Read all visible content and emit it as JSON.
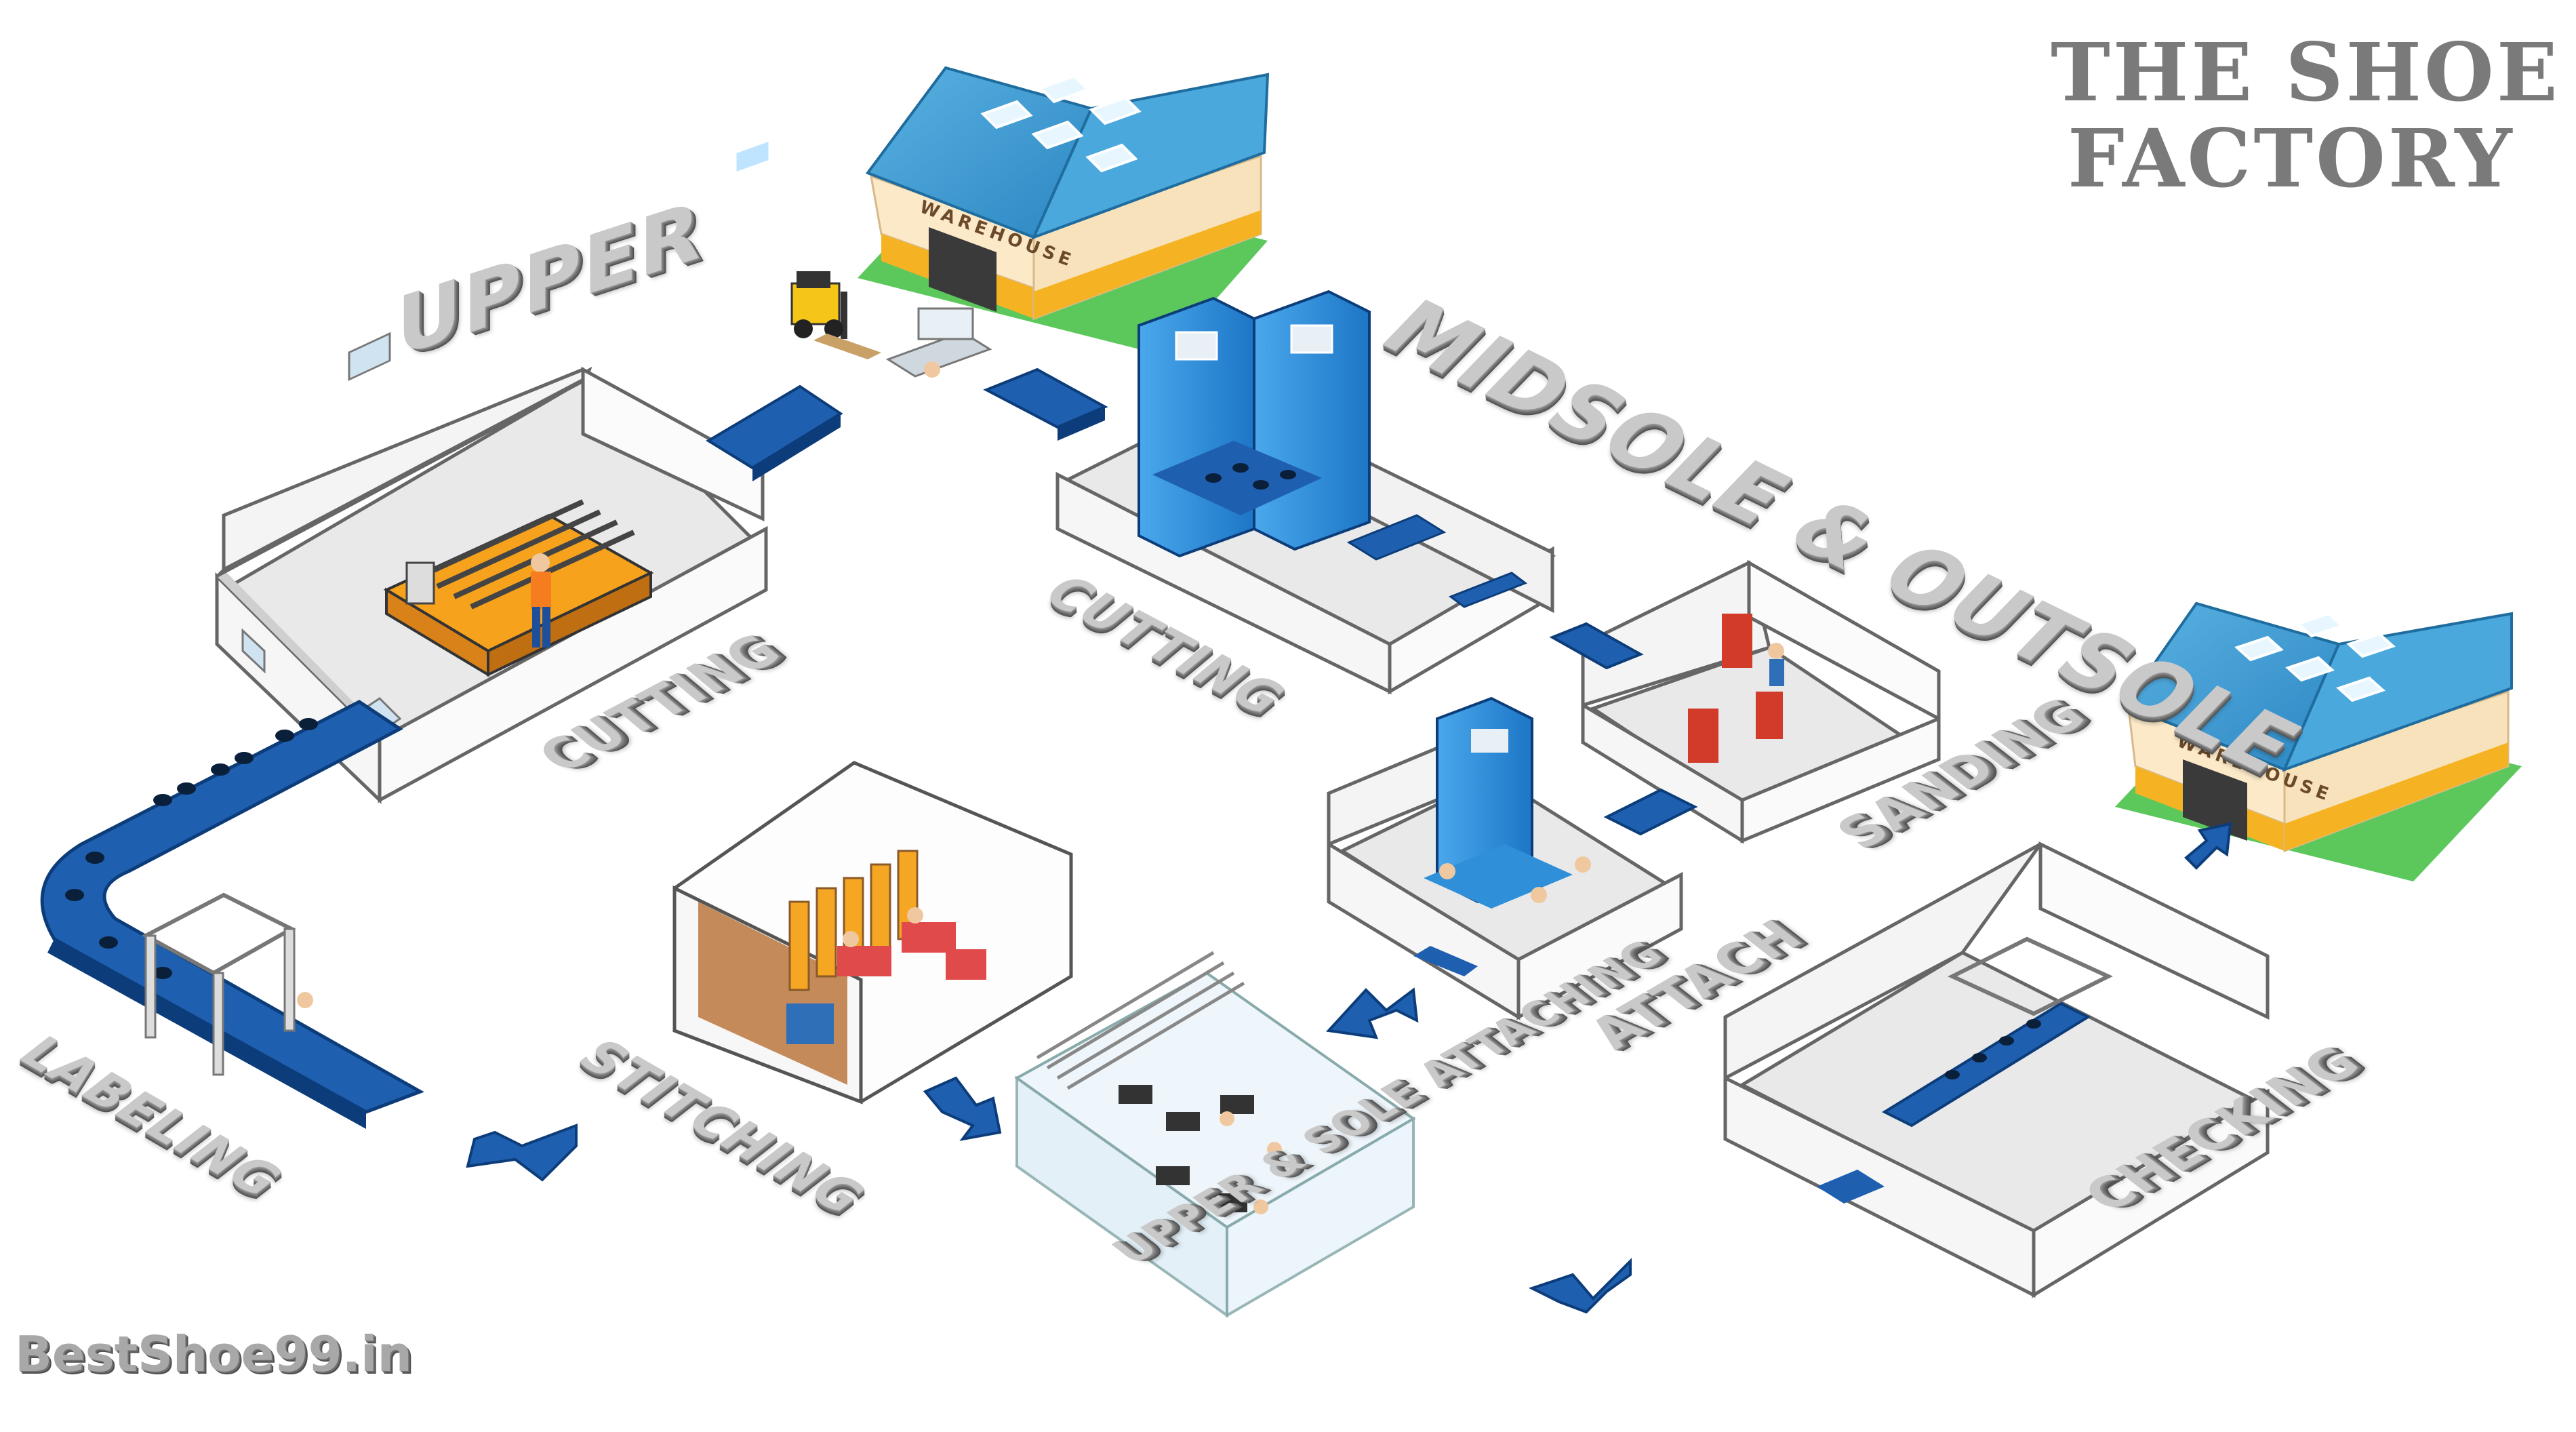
{
  "title": {
    "line1": "THE SHOE",
    "line2": "FACTORY"
  },
  "sections": {
    "upper": "UPPER",
    "midsole_outsole": "MIDSOLE & OUTSOLE"
  },
  "stations": {
    "cutting_upper": "CUTTING",
    "cutting_midsole": "CUTTING",
    "labeling": "LABELING",
    "stitching": "STITCHING",
    "sanding": "SANDING",
    "attach": "ATTACH",
    "upper_sole_attaching": "UPPER & SOLE ATTACHING",
    "checking": "CHECKING"
  },
  "warehouses": {
    "top_sign": "WAREHOUSE",
    "right_sign": "WAREHOUSE"
  },
  "watermark": "BestShoe99.in",
  "colors": {
    "roof_blue": "#3d9bd1",
    "machine_blue": "#2f8fd8",
    "conveyor_blue": "#1f5fb0",
    "building_wall": "#f2f2f2",
    "accent_orange": "#f5a623",
    "floor_green": "#5cc85c",
    "label_gray": "#c9c9c9"
  }
}
